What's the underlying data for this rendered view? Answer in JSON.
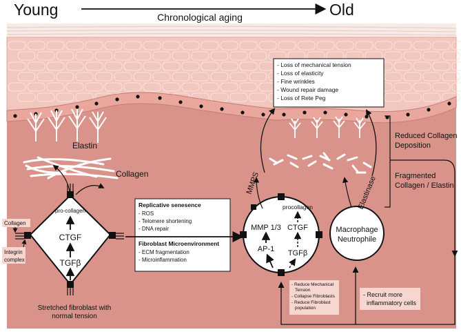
{
  "header": {
    "young": "Young",
    "old": "Old",
    "aging": "Chronological aging"
  },
  "skin": {
    "elastin": "Elastin",
    "collagen": "Collagen",
    "effects": [
      "- Loss of mechanical tension",
      "- Loss of elasticity",
      "- Fine wrinkles",
      "- Wound repair damage",
      "- Loss of Rete Peg"
    ]
  },
  "young_fibroblast": {
    "side_collagen": "Collagen",
    "side_integrin_1": "Integrin",
    "side_integrin_2": "complex",
    "pro_collagen": "pro-collagen",
    "ctgf": "CTGF",
    "tgfb": "TGFβ",
    "caption_1": "Stretched fibroblast with",
    "caption_2": "normal tension"
  },
  "middle_box": {
    "replicative_title": "Replicative senesence",
    "replicative_items": [
      "- ROS",
      "- Telomere shortening",
      "- DNA repair"
    ],
    "micro_title": "Fibroblast Microenvironment",
    "micro_items": [
      "- ECM fragmentation",
      "- Microinflammation"
    ]
  },
  "old_fibroblast": {
    "mmps": "MMPS",
    "procollagen": "procollagen",
    "mmp": "MMP 1/3",
    "ctgf": "CTGF",
    "ap1": "AP-1",
    "tgfb": "TGFβ",
    "notes": [
      "- Reduce Mechanical",
      "Tension",
      "- Collapse Fibroblasts",
      "- Reduce Fibroblast",
      "population"
    ]
  },
  "immune": {
    "elastinase": "Elastinase",
    "line1": "Macrophage",
    "line2": "Neutrophile",
    "recruit_1": "- Recruit more",
    "recruit_2": "inflammatory cells"
  },
  "right_labels": {
    "reduced_1": "Reduced Collagen",
    "reduced_2": "Deposition",
    "fragmented_1": "Fragmented",
    "fragmented_2": "Collagen / Elastin"
  },
  "colors": {
    "dermis": "#d9938a",
    "epidermis": "#f2c7bf",
    "note_box": "#f6d6cf",
    "white": "#ffffff"
  }
}
